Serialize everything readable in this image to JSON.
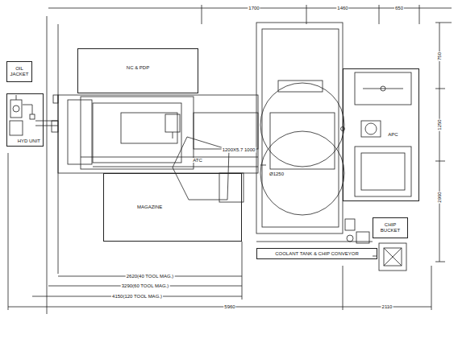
{
  "diagram": {
    "nodes": [
      {
        "text": [
          "OIL JACKET"
        ]
      },
      {
        "text": [
          "HYD UNIT"
        ]
      },
      {
        "text": [
          "NC & PDP"
        ]
      },
      {
        "text": [
          "ATC"
        ]
      },
      {
        "text": [
          "MAGAZINE"
        ]
      },
      {
        "text": [
          "APC"
        ]
      },
      {
        "text": [
          "CHIP BUCKET"
        ]
      },
      {
        "text": [
          "COOLANT TANK & CHIP CONVEYOR"
        ]
      }
    ],
    "labels": [
      "1700",
      "1460",
      "650",
      "1250",
      "2960",
      "750",
      "1200X5.7 1000",
      "Ø1250",
      "2620(40 TOOL MAG.)",
      "3290(60 TOOL MAG.)",
      "4150(120 TOOL MAG.)",
      "5960",
      "2110"
    ]
  }
}
